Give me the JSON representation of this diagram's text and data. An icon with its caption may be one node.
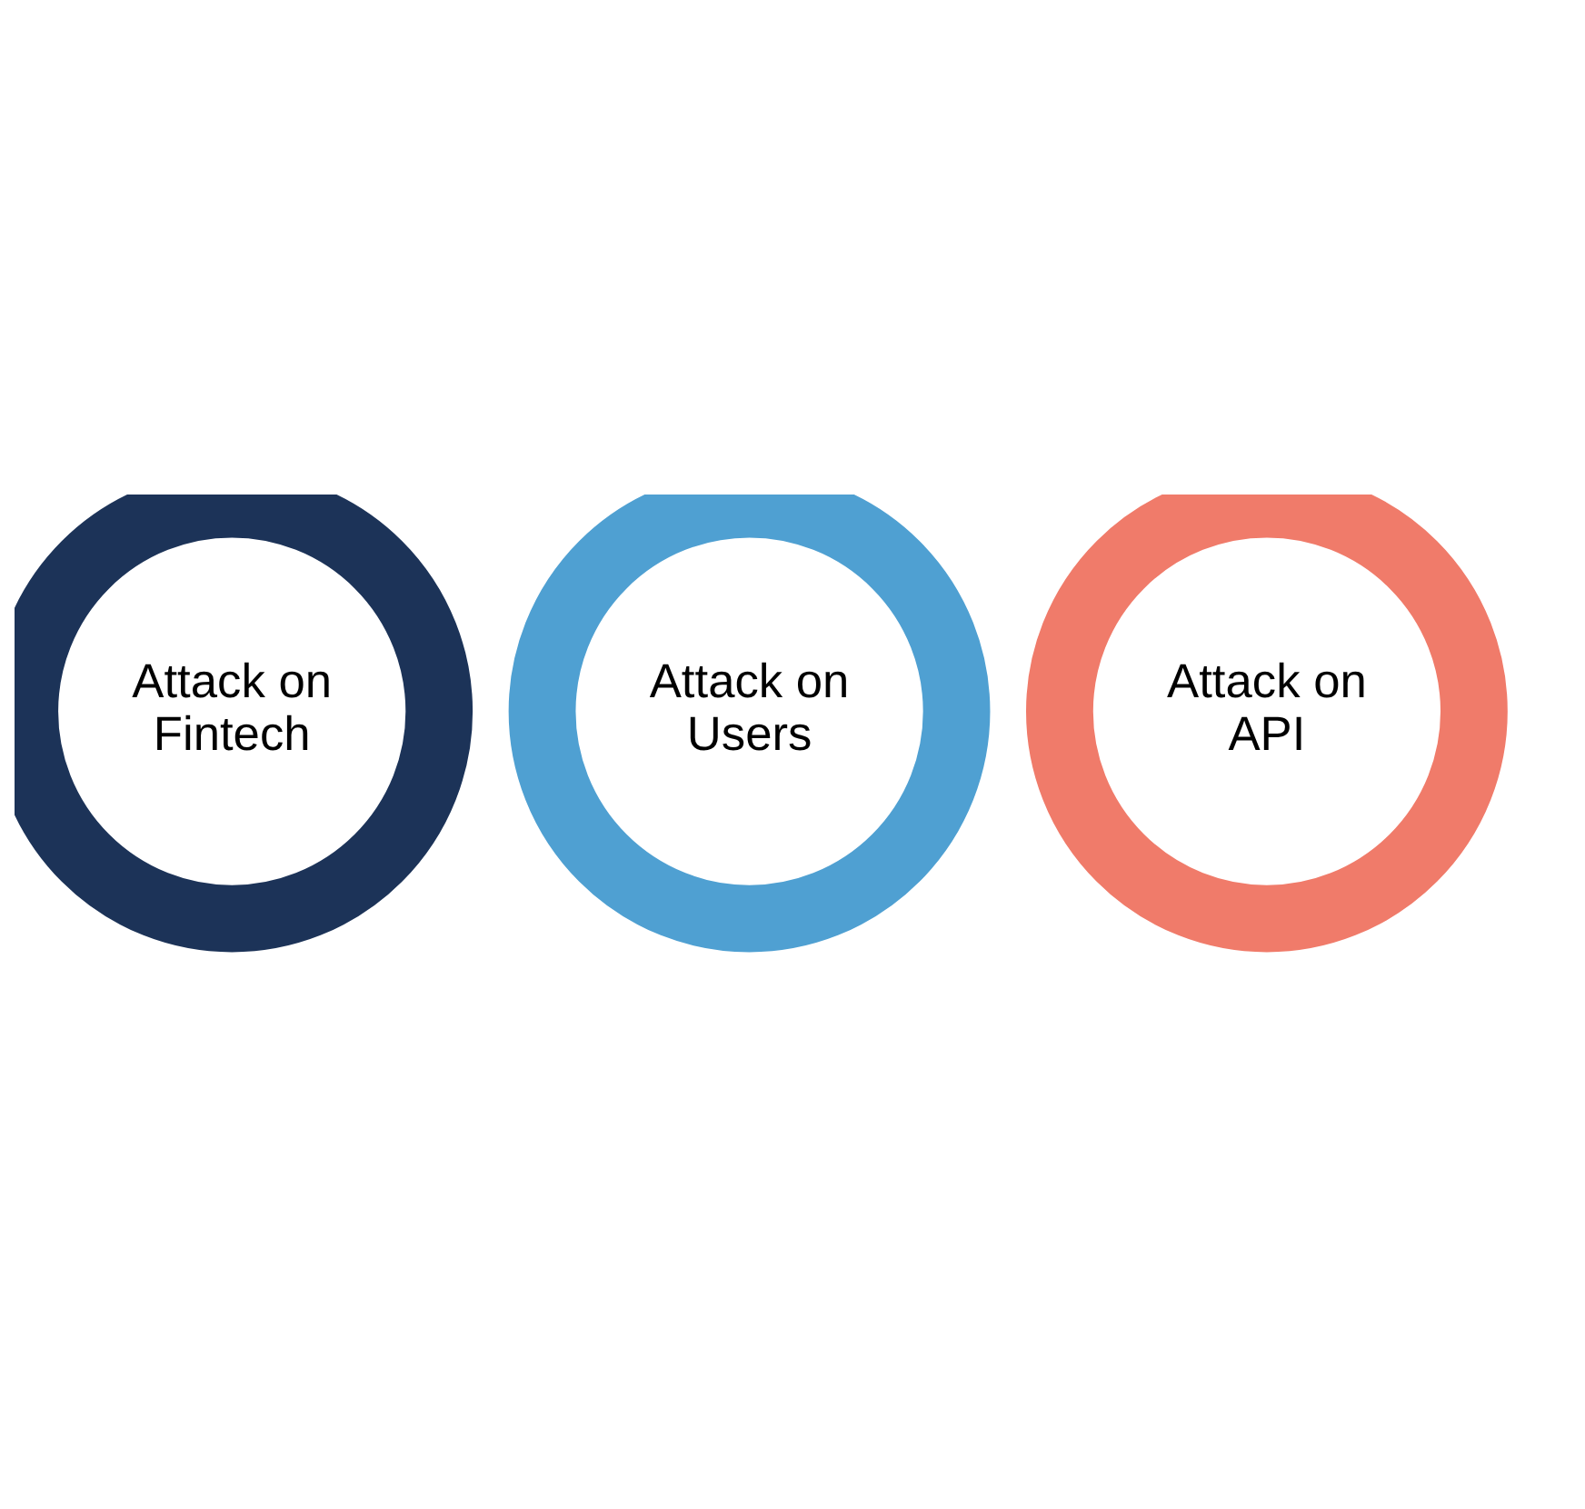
{
  "diagram": {
    "nodes": [
      {
        "text": [
          "Attack on Fintech"
        ]
      },
      {
        "text": [
          "Attack on Users"
        ]
      },
      {
        "text": [
          "Attack on API"
        ]
      }
    ]
  }
}
